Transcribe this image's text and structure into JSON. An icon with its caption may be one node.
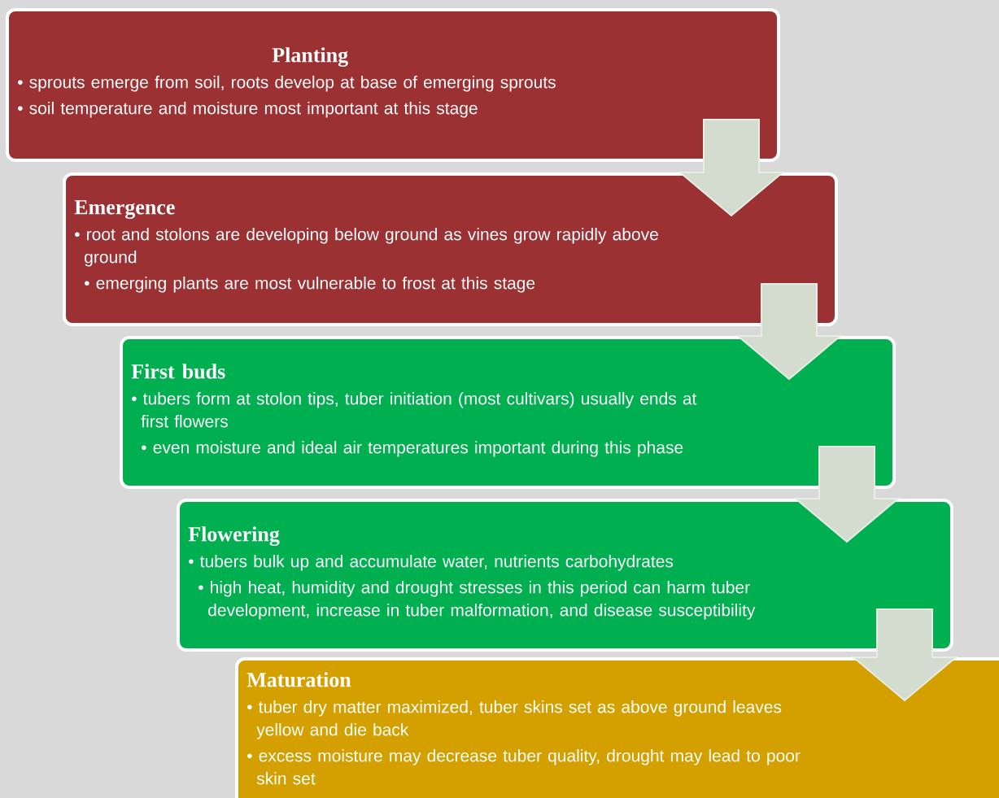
{
  "diagram": {
    "nodes": [
      {
        "text": [
          "Planting",
          "• sprouts emerge from soil, roots develop at base of emerging sprouts",
          "• soil temperature and moisture most important at this stage"
        ]
      },
      {
        "text": [
          "Emergence",
          "• root and stolons are developing below ground as vines grow rapidly above ground",
          "• emerging plants are most vulnerable to frost at this stage"
        ]
      },
      {
        "text": [
          "First buds",
          "• tubers form at stolon tips, tuber initiation (most cultivars) usually ends at first flowers",
          "• even moisture and ideal air temperatures important during this phase"
        ]
      },
      {
        "text": [
          "Flowering",
          "• tubers bulk up and accumulate water, nutrients carbohydrates",
          "• high heat, humidity and drought stresses in this period can harm tuber development, increase in tuber malformation, and disease susceptibility"
        ]
      },
      {
        "text": [
          "Maturation",
          "• tuber dry matter maximized, tuber skins set as above ground leaves yellow and die back",
          "• excess moisture may decrease tuber quality, drought may lead to poor skin set"
        ]
      }
    ],
    "edges": [
      {
        "from": 0,
        "to": 1,
        "arrow": "to"
      },
      {
        "from": 1,
        "to": 2,
        "arrow": "to"
      },
      {
        "from": 2,
        "to": 3,
        "arrow": "to"
      },
      {
        "from": 3,
        "to": 4,
        "arrow": "to"
      }
    ]
  }
}
